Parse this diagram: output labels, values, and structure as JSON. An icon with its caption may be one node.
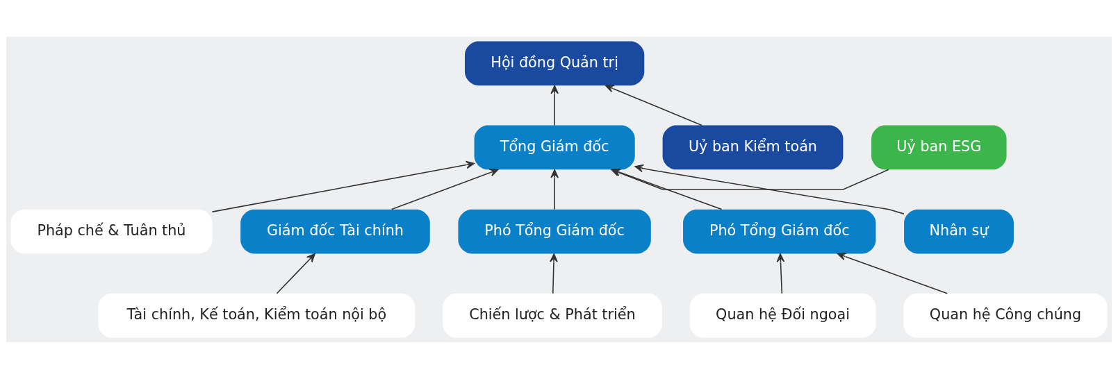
{
  "diagram": {
    "nodes": [
      {
        "text": [
          "Hội đồng Quản trị"
        ]
      },
      {
        "text": [
          "Uỷ ban Kiểm toán"
        ]
      },
      {
        "text": [
          "Tổng Giám đốc"
        ]
      },
      {
        "text": [
          "Uỷ ban ESG"
        ]
      },
      {
        "text": [
          "Giám đốc Tài chính"
        ]
      },
      {
        "text": [
          "Phó Tổng Giám đốc"
        ]
      },
      {
        "text": [
          "Phó Tổng Giám đốc"
        ]
      },
      {
        "text": [
          "Nhân sự"
        ]
      },
      {
        "text": [
          "Pháp chế & Tuân thủ"
        ]
      },
      {
        "text": [
          "Tài chính, Kế toán, Kiểm toán nội bộ"
        ]
      },
      {
        "text": [
          "Chiến lược & Phát triển"
        ]
      },
      {
        "text": [
          "Quan hệ Đối ngoại"
        ]
      },
      {
        "text": [
          "Quan hệ Công chúng"
        ]
      }
    ],
    "edges": [
      {
        "from": 2,
        "to": 0,
        "arrow": "to"
      },
      {
        "from": 1,
        "to": 0,
        "arrow": "to"
      },
      {
        "from": 3,
        "to": 2,
        "arrow": "to"
      },
      {
        "from": 8,
        "to": 2,
        "arrow": "to"
      },
      {
        "from": 4,
        "to": 2,
        "arrow": "to"
      },
      {
        "from": 5,
        "to": 2,
        "arrow": "to"
      },
      {
        "from": 6,
        "to": 2,
        "arrow": "to"
      },
      {
        "from": 7,
        "to": 2,
        "arrow": "to"
      },
      {
        "from": 9,
        "to": 4,
        "arrow": "to"
      },
      {
        "from": 10,
        "to": 5,
        "arrow": "to"
      },
      {
        "from": 11,
        "to": 6,
        "arrow": "to"
      },
      {
        "from": 12,
        "to": 6,
        "arrow": "to"
      }
    ]
  }
}
